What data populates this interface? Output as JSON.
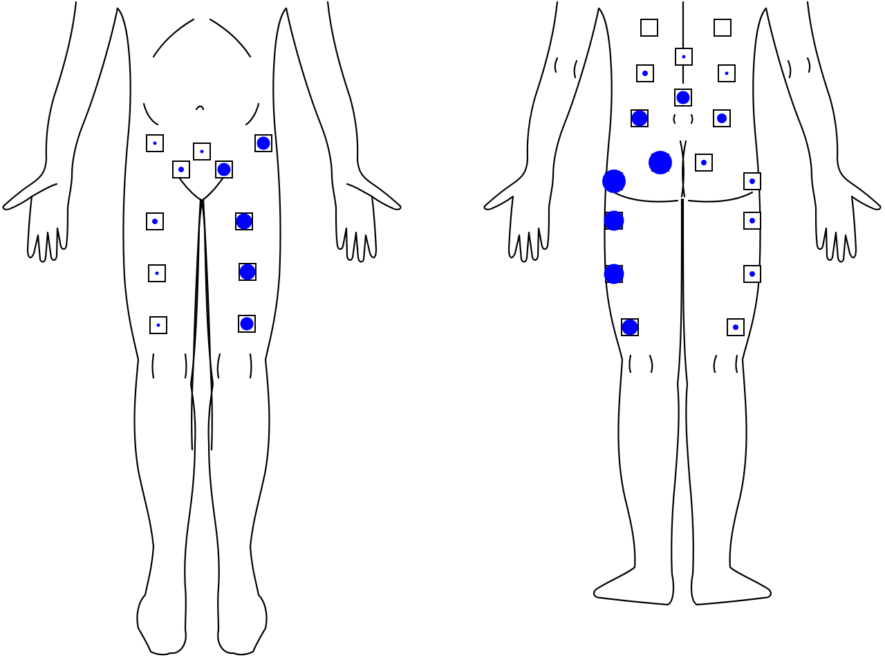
{
  "colors": {
    "outline": "#000000",
    "marker": "#0000ff",
    "background": "#ffffff"
  },
  "figure": {
    "type": "body map",
    "views": [
      {
        "view": "front",
        "sites": [
          {
            "site": "left-lower-abdomen",
            "severity": 1
          },
          {
            "site": "right-lower-abdomen",
            "severity": 4
          },
          {
            "site": "groin-center",
            "severity": 1
          },
          {
            "site": "left-groin",
            "severity": 2
          },
          {
            "site": "right-groin",
            "severity": 4
          },
          {
            "site": "left-upper-thigh",
            "severity": 2
          },
          {
            "site": "right-upper-thigh",
            "severity": 5
          },
          {
            "site": "left-mid-thigh",
            "severity": 1
          },
          {
            "site": "right-mid-thigh",
            "severity": 5
          },
          {
            "site": "left-lower-thigh",
            "severity": 1
          },
          {
            "site": "right-lower-thigh",
            "severity": 4
          }
        ]
      },
      {
        "view": "back",
        "sites": [
          {
            "site": "left-upper-lumbar",
            "severity": 0
          },
          {
            "site": "right-upper-lumbar",
            "severity": 0
          },
          {
            "site": "upper-spine",
            "severity": 1
          },
          {
            "site": "left-mid-lumbar",
            "severity": 2
          },
          {
            "site": "right-mid-lumbar",
            "severity": 1
          },
          {
            "site": "mid-spine",
            "severity": 4
          },
          {
            "site": "left-lower-lumbar",
            "severity": 5
          },
          {
            "site": "right-lower-lumbar",
            "severity": 3
          },
          {
            "site": "left-buttock",
            "severity": 7
          },
          {
            "site": "right-buttock",
            "severity": 2
          },
          {
            "site": "left-hip",
            "severity": 7
          },
          {
            "site": "right-hip",
            "severity": 2
          },
          {
            "site": "left-posterior-upper-thigh",
            "severity": 6
          },
          {
            "site": "right-posterior-upper-thigh",
            "severity": 2
          },
          {
            "site": "left-posterior-mid-thigh",
            "severity": 6
          },
          {
            "site": "right-posterior-mid-thigh",
            "severity": 2
          },
          {
            "site": "left-posterior-lower-thigh",
            "severity": 5
          },
          {
            "site": "right-posterior-lower-thigh",
            "severity": 2
          }
        ]
      }
    ]
  }
}
